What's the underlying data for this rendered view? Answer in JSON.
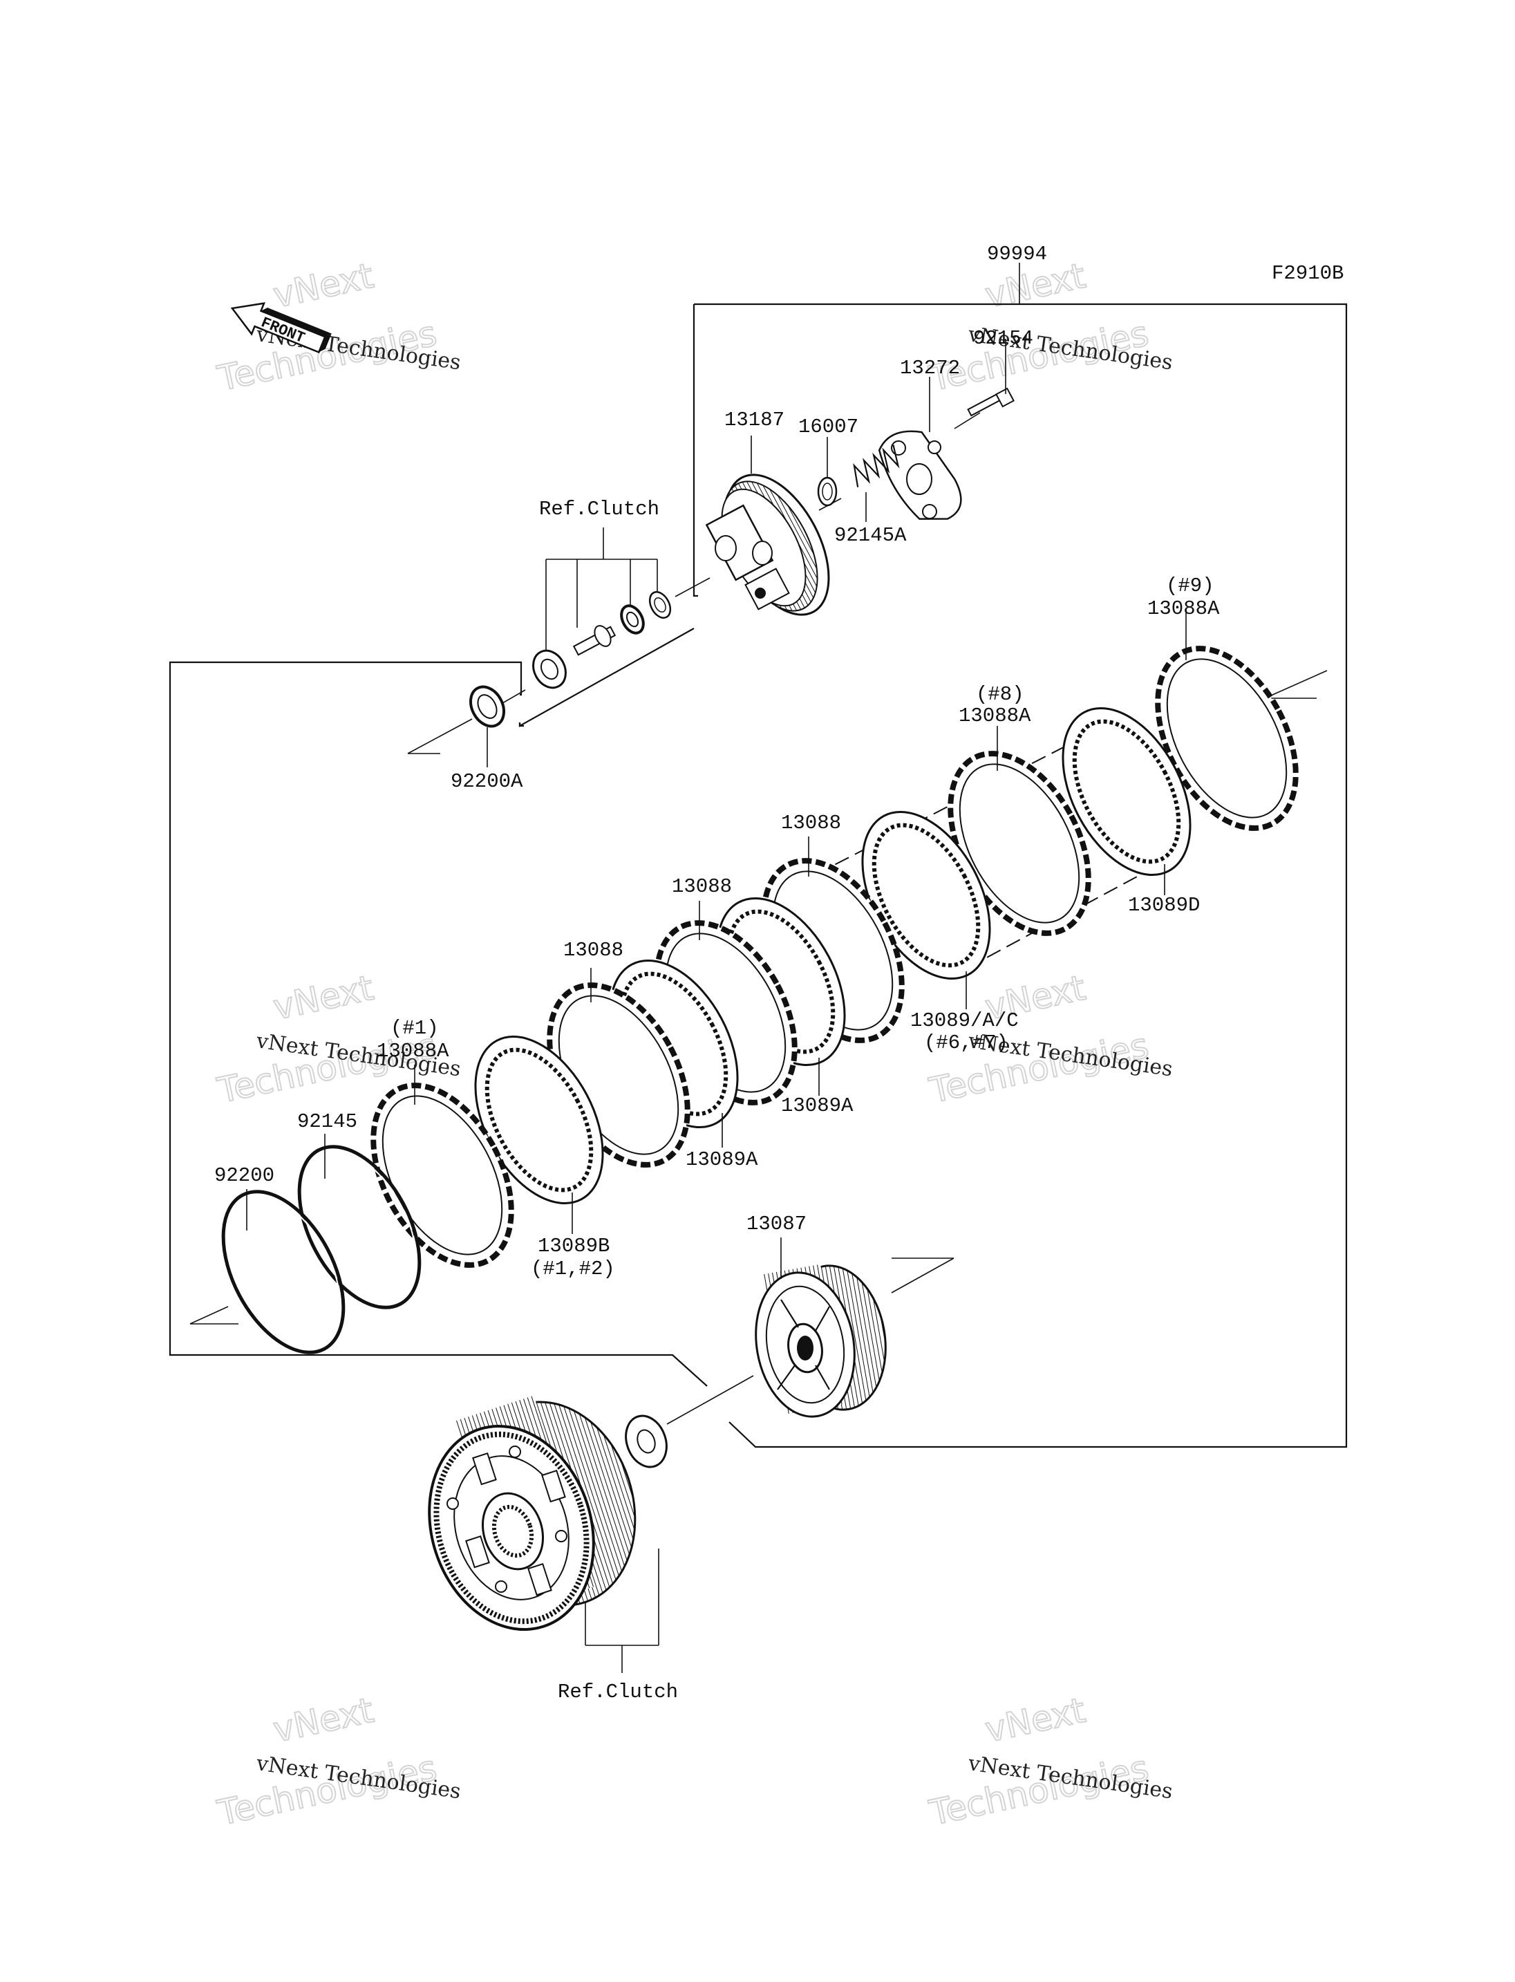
{
  "diagram": {
    "code": "F2910B",
    "front_label": "FRONT",
    "assembly_number": "99994",
    "ref_top": "Ref.Clutch",
    "ref_bottom": "Ref.Clutch",
    "parts": {
      "p92154": "92154",
      "p13272": "13272",
      "p13187": "13187",
      "p16007": "16007",
      "p92145A": "92145A",
      "p92200A": "92200A",
      "p9_tag": "(#9)",
      "p9_num": "13088A",
      "p8_tag": "(#8)",
      "p8_num": "13088A",
      "p13089D": "13089D",
      "p13088_c": "13088",
      "p13088_b": "13088",
      "p13088_a": "13088",
      "p13089AC_num": "13089/A/C",
      "p13089AC_tag": "(#6,#7)",
      "p13089A_b": "13089A",
      "p13089A_a": "13089A",
      "p1_tag": "(#1)",
      "p1_num": "13088A",
      "p92145": "92145",
      "p92200": "92200",
      "p13089B_num": "13089B",
      "p13089B_tag": "(#1,#2)",
      "p13087": "13087"
    },
    "watermark": {
      "line1": "vNext Technologies",
      "line2": "vNext",
      "line3": "Technologies"
    }
  }
}
